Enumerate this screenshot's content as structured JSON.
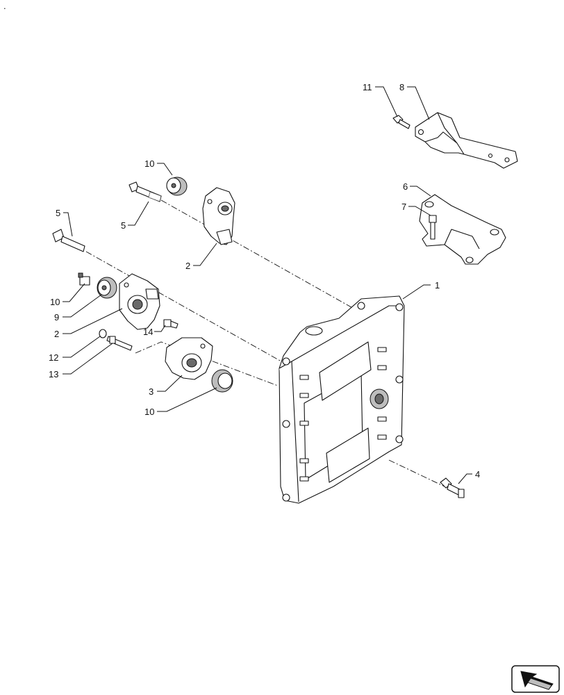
{
  "corner_mark": ".",
  "callouts": [
    {
      "id": "c11",
      "label": "11"
    },
    {
      "id": "c8",
      "label": "8"
    },
    {
      "id": "c10a",
      "label": "10"
    },
    {
      "id": "c5a",
      "label": "5"
    },
    {
      "id": "c5b",
      "label": "5"
    },
    {
      "id": "c6",
      "label": "6"
    },
    {
      "id": "c7",
      "label": "7"
    },
    {
      "id": "c2a",
      "label": "2"
    },
    {
      "id": "c1",
      "label": "1"
    },
    {
      "id": "c10b",
      "label": "10"
    },
    {
      "id": "c9",
      "label": "9"
    },
    {
      "id": "c2b",
      "label": "2"
    },
    {
      "id": "c14",
      "label": "14"
    },
    {
      "id": "c12",
      "label": "12"
    },
    {
      "id": "c13",
      "label": "13"
    },
    {
      "id": "c3",
      "label": "3"
    },
    {
      "id": "c10c",
      "label": "10"
    },
    {
      "id": "c4",
      "label": "4"
    }
  ],
  "nav_icon": "arrow-left-down-icon"
}
